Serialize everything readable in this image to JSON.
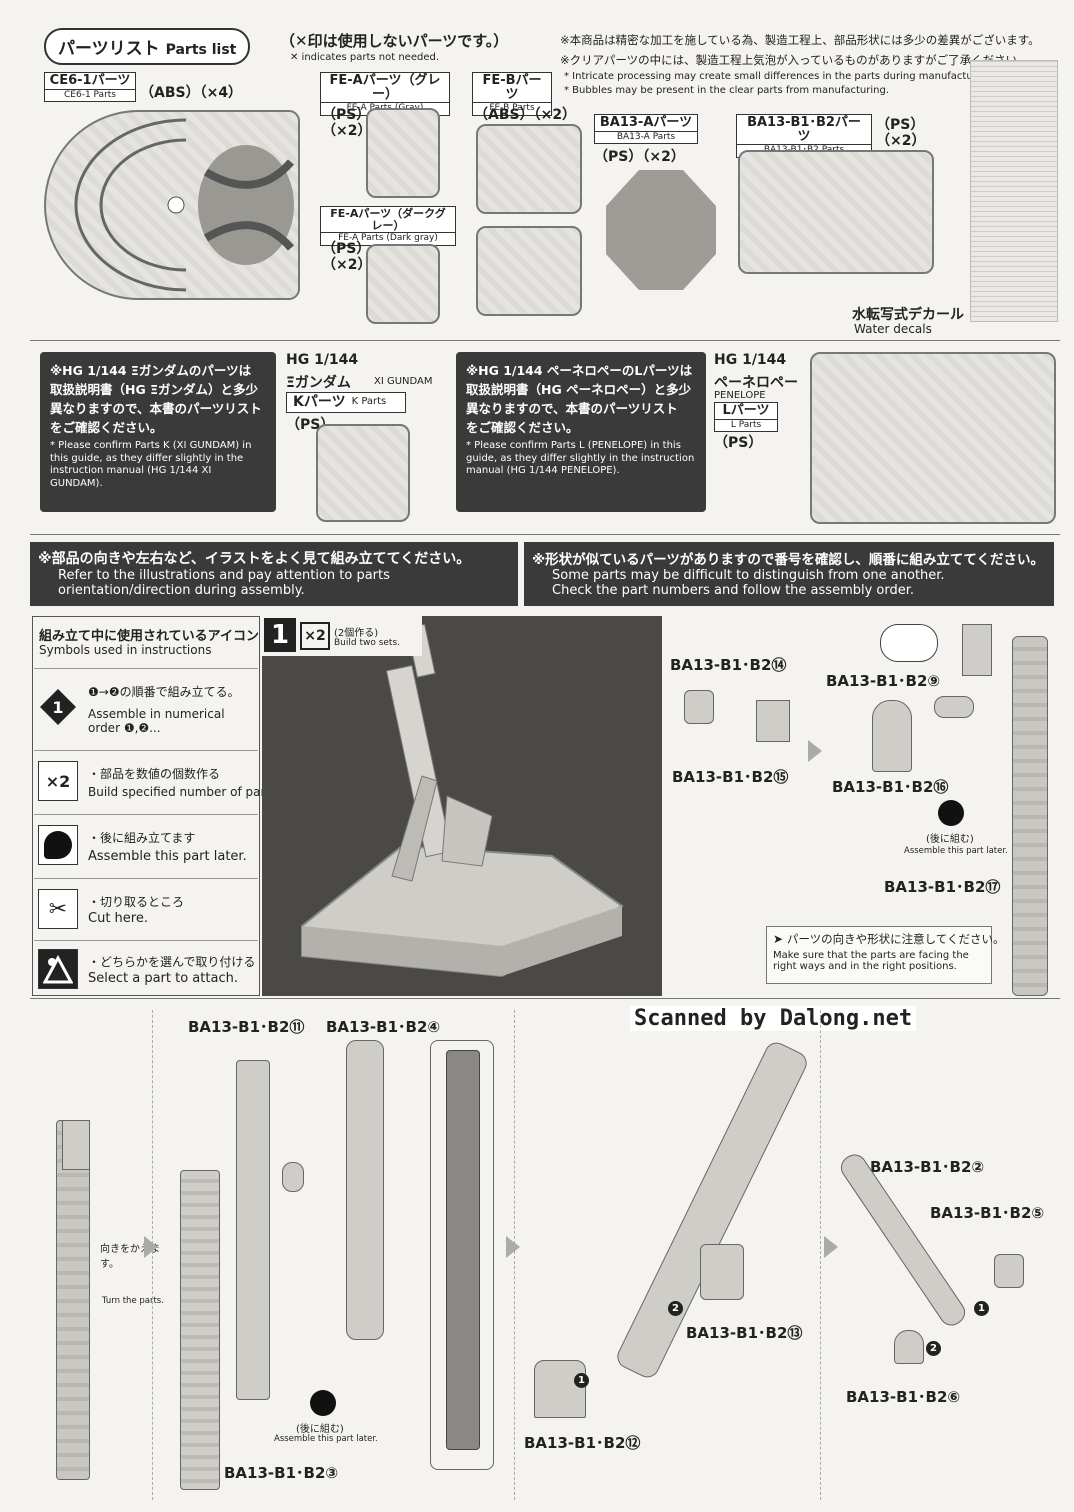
{
  "parts_list": {
    "title_jp": "パーツリスト",
    "title_en": "Parts list",
    "not_needed_jp": "（✕印は使用しないパーツです。）",
    "not_needed_en": "✕ indicates parts not needed.",
    "note1_jp": "※本商品は精密な加工を施している為、製造工程上、部品形状には多少の差異がございます。",
    "note2_jp": "※クリアパーツの中には、製造工程上気泡が入っているものがありますがご了承ください。",
    "note1_en": "* Intricate processing may create small differences in the parts during manufacturing.",
    "note2_en": "* Bubbles may be present in the clear parts from manufacturing."
  },
  "runners": {
    "ce6": {
      "name": "CE6-1パーツ",
      "sub": "CE6-1 Parts",
      "mat": "（ABS）（×4）"
    },
    "fea_gray": {
      "name": "FE-Aパーツ（グレー）",
      "sub": "FE-A Parts (Gray)",
      "mat": "（PS）",
      "qty": "（×2）"
    },
    "fea_dark": {
      "name": "FE-Aパーツ（ダークグレー）",
      "sub": "FE-A Parts (Dark gray)",
      "mat": "（PS）",
      "qty": "（×2）"
    },
    "feb": {
      "name": "FE-Bパーツ",
      "sub": "FE-B Parts",
      "mat": "（ABS）（×2）"
    },
    "ba13a": {
      "name": "BA13-Aパーツ",
      "sub": "BA13-A Parts",
      "mat": "（PS）（×2）"
    },
    "ba13b": {
      "name": "BA13-B1･B2パーツ",
      "sub": "BA13-B1･B2 Parts",
      "mat": "（PS）",
      "qty": "（×2）"
    },
    "decal": {
      "name": "水転写式デカール",
      "sub": "Water decals"
    }
  },
  "xi_box": {
    "jp1": "※HG 1/144 Ξガンダムのパーツは",
    "jp2": "取扱説明書（HG Ξガンダム）と多少",
    "jp3": "異なりますので、本書のパーツリスト",
    "jp4": "をご確認ください。",
    "en": "* Please confirm Parts K (XI GUNDAM) in this guide, as they differ slightly in the instruction manual (HG 1/144 XI GUNDAM).",
    "kit": "HG 1/144",
    "kit_name": "Ξガンダム",
    "kit_en": "XI GUNDAM",
    "parts": "Kパーツ",
    "parts_en": "K Parts",
    "mat": "（PS）"
  },
  "pen_box": {
    "jp1": "※HG 1/144 ペーネロペーのLパーツは",
    "jp2": "取扱説明書（HG ペーネロペー）と多少",
    "jp3": "異なりますので、本書のパーツリスト",
    "jp4": "をご確認ください。",
    "en": "* Please confirm Parts L (PENELOPE) in this guide, as they differ slightly in the instruction manual (HG 1/144 PENELOPE).",
    "kit": "HG 1/144",
    "kit_name": "ペーネロペー",
    "kit_en": "PENELOPE",
    "parts": "Lパーツ",
    "parts_en": "L Parts",
    "mat": "（PS）"
  },
  "notice": {
    "left_jp": "※部品の向きや左右など、イラストをよく見て組み立ててください。",
    "left_en1": "Refer to the illustrations and pay attention to parts",
    "left_en2": "orientation/direction during assembly.",
    "right_jp": "※形状が似ているパーツがありますので番号を確認し、順番に組み立ててください。",
    "right_en1": "Some parts may be difficult to distinguish from one another.",
    "right_en2": "Check the part numbers and follow the assembly order."
  },
  "icons": {
    "title_jp": "組み立て中に使用されているアイコン",
    "title_en": "Symbols used in instructions",
    "items": [
      {
        "jp": "❶→❷の順番で組み立てる。",
        "en": "Assemble in numerical order ❶,❷...",
        "glyph": "1"
      },
      {
        "jp": "・部品を数値の個数作る",
        "en": "Build specified number of parts.",
        "glyph": "×2"
      },
      {
        "jp": "・後に組み立てます",
        "en": "Assemble this part later.",
        "glyph": "●"
      },
      {
        "jp": "・切り取るところ",
        "en": "Cut here.",
        "glyph": "✂"
      },
      {
        "jp": "・どちらかを選んで取り付ける",
        "en": "Select a part to attach.",
        "glyph": "◣"
      }
    ]
  },
  "step1": {
    "number": "1",
    "mult": "×2",
    "mult_jp": "(2個作る)",
    "mult_en": "Build two sets."
  },
  "step_top_right": {
    "p14": "BA13-B1･B2⑭",
    "p15": "BA13-B1･B2⑮",
    "p9": "BA13-B1･B2⑨",
    "p16": "BA13-B1･B2⑯",
    "p17": "BA13-B1･B2⑰",
    "later_jp": "(後に組む)",
    "later_en": "Assemble this part later.",
    "caution_jp": "パーツの向きや形状に注意してください。",
    "caution_en1": "Make sure that the parts are facing the",
    "caution_en2": "right ways and in the right positions."
  },
  "bottom": {
    "scanned": "Scanned by Dalong.net",
    "p11": "BA13-B1･B2⑪",
    "p4": "BA13-B1･B2④",
    "p3": "BA13-B1･B2③",
    "turn_jp": "向きをかえます。",
    "turn_en": "Turn the parts.",
    "later_jp": "(後に組む)",
    "later_en": "Assemble this part later.",
    "p13": "BA13-B1･B2⑬",
    "p12": "BA13-B1･B2⑫",
    "p2": "BA13-B1･B2②",
    "p5": "BA13-B1･B2⑤",
    "p6": "BA13-B1･B2⑥"
  }
}
